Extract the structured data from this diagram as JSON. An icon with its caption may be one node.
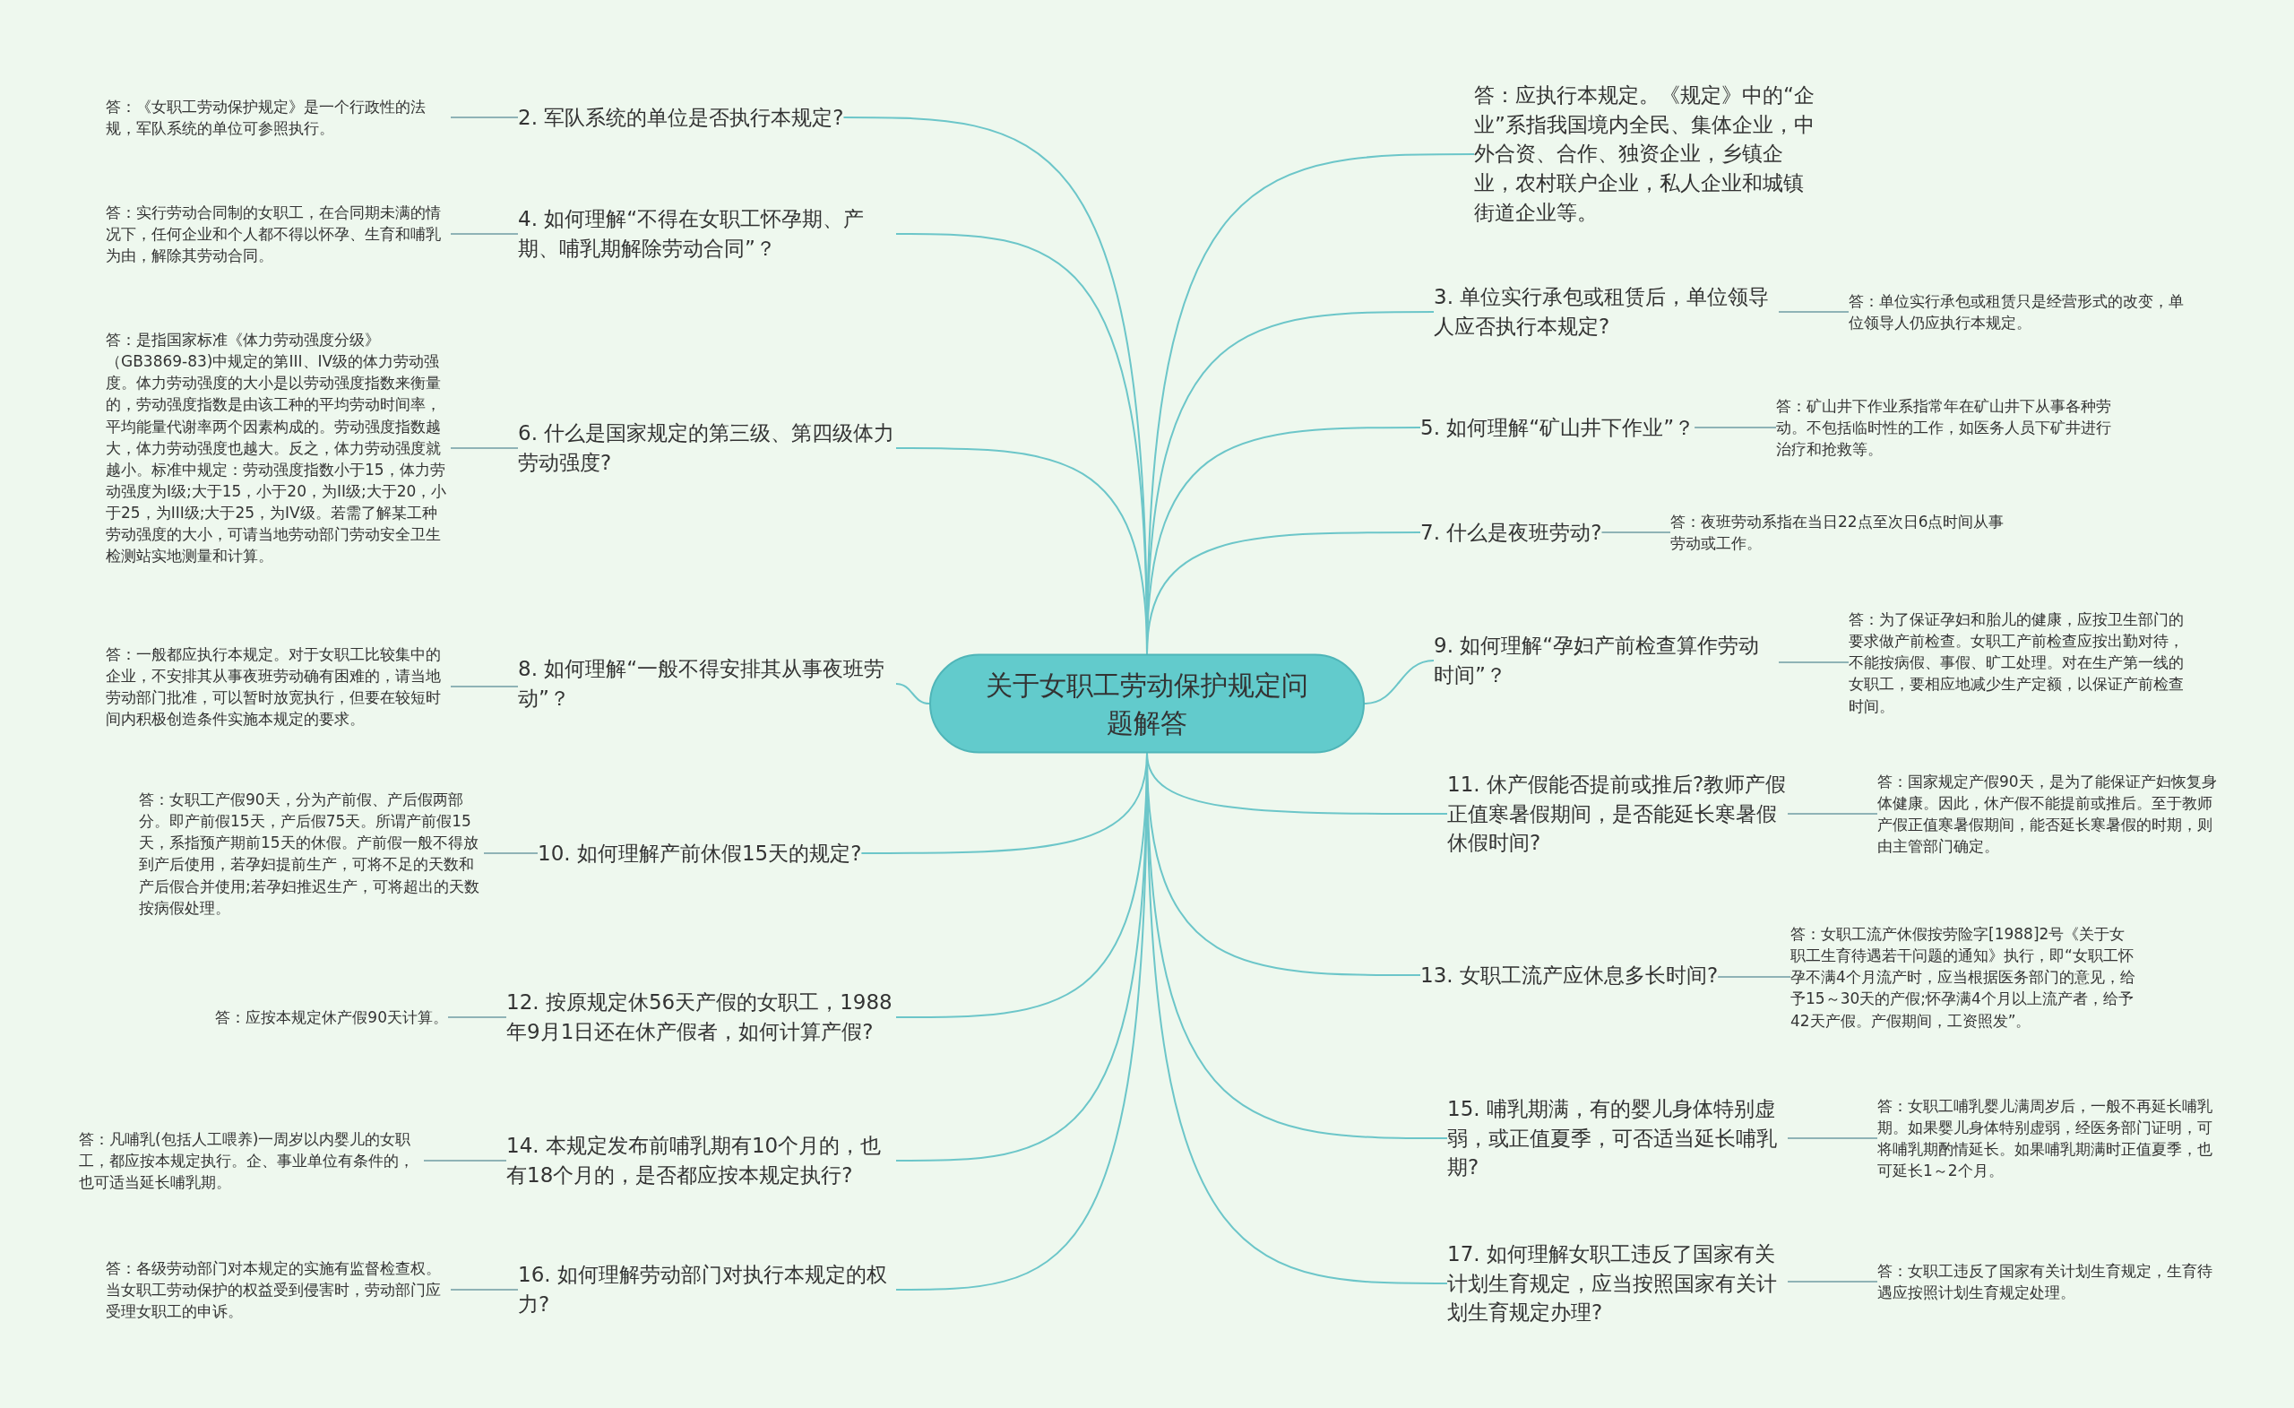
{
  "diagram": {
    "nodes": [
      {
        "text": [
          "关于女职工劳动保护规定问题解答"
        ]
      },
      {
        "text": [
          "2. 军队系统的单位是否执行本规定?"
        ]
      },
      {
        "text": [
          "答：《女职工劳动保护规定》是一个行政性的法规，军队系统的单位可参照执行。"
        ]
      },
      {
        "text": [
          "4. 如何理解“不得在女职工怀孕期、产期、哺乳期解除劳动合同”？"
        ]
      },
      {
        "text": [
          "答：实行劳动合同制的女职工，在合同期未满的情况下，任何企业和个人都不得以怀孕、生育和哺乳为由，解除其劳动合同。"
        ]
      },
      {
        "text": [
          "6. 什么是国家规定的第三级、第四级体力劳动强度?"
        ]
      },
      {
        "text": [
          "答：是指国家标准《体力劳动强度分级》（GB3869-83)中规定的第III、IV级的体力劳动强度。体力劳动强度的大小是以劳动强度指数来衡量的，劳动强度指数是由该工种的平均劳动时间率，平均能量代谢率两个因素构成的。劳动强度指数越大，体力劳动强度也越大。反之，体力劳动强度就越小。标准中规定：劳动强度指数小于15，体力劳动强度为I级;大于15，小于20，为II级;大于20，小于25，为III级;大于25，为IV级。若需了解某工种劳动强度的大小，可请当地劳动部门劳动安全卫生检测站实地测量和计算。"
        ]
      },
      {
        "text": [
          "8. 如何理解“一般不得安排其从事夜班劳动”？"
        ]
      },
      {
        "text": [
          "答：一般都应执行本规定。对于女职工比较集中的企业，不安排其从事夜班劳动确有困难的，请当地劳动部门批准，可以暂时放宽执行，但要在较短时间内积极创造条件实施本规定的要求。"
        ]
      },
      {
        "text": [
          "10. 如何理解产前休假15天的规定?"
        ]
      },
      {
        "text": [
          "答：女职工产假90天，分为产前假、产后假两部分。即产前假15天，产后假75天。所谓产前假15天，系指预产期前15天的休假。产前假一般不得放到产后使用，若孕妇提前生产，可将不足的天数和产后假合并使用;若孕妇推迟生产，可将超出的天数按病假处理。"
        ]
      },
      {
        "text": [
          "12. 按原规定休56天产假的女职工，1988年9月1日还在休产假者，如何计算产假?"
        ]
      },
      {
        "text": [
          "答：应按本规定休产假90天计算。"
        ]
      },
      {
        "text": [
          "14. 本规定发布前哺乳期有10个月的，也有18个月的，是否都应按本规定执行?"
        ]
      },
      {
        "text": [
          "答：凡哺乳(包括人工喂养)一周岁以内婴儿的女职工，都应按本规定执行。企、事业单位有条件的，也可适当延长哺乳期。"
        ]
      },
      {
        "text": [
          "16. 如何理解劳动部门对执行本规定的权力?"
        ]
      },
      {
        "text": [
          "答：各级劳动部门对本规定的实施有监督检查权。当女职工劳动保护的权益受到侵害时，劳动部门应受理女职工的申诉。"
        ]
      },
      {
        "text": [
          "答：应执行本规定。《规定》中的“企业”系指我国境内全民、集体企业，中外合资、合作、独资企业，乡镇企业，农村联户企业，私人企业和城镇街道企业等。"
        ]
      },
      {
        "text": [
          "3. 单位实行承包或租赁后，单位领导人应否执行本规定?"
        ]
      },
      {
        "text": [
          "答：单位实行承包或租赁只是经营形式的改变，单位领导人仍应执行本规定。"
        ]
      },
      {
        "text": [
          "5. 如何理解“矿山井下作业”？"
        ]
      },
      {
        "text": [
          "答：矿山井下作业系指常年在矿山井下从事各种劳动。不包括临时性的工作，如医务人员下矿井进行治疗和抢救等。"
        ]
      },
      {
        "text": [
          "7. 什么是夜班劳动?"
        ]
      },
      {
        "text": [
          "答：夜班劳动系指在当日22点至次日6点时间从事劳动或工作。"
        ]
      },
      {
        "text": [
          "9. 如何理解“孕妇产前检查算作劳动时间”？"
        ]
      },
      {
        "text": [
          "答：为了保证孕妇和胎儿的健康，应按卫生部门的要求做产前检查。女职工产前检查应按出勤对待，不能按病假、事假、旷工处理。对在生产第一线的女职工，要相应地减少生产定额，以保证产前检查时间。"
        ]
      },
      {
        "text": [
          "11. 休产假能否提前或推后?教师产假正值寒暑假期间，是否能延长寒暑假休假时间?"
        ]
      },
      {
        "text": [
          "答：国家规定产假90天，是为了能保证产妇恢复身体健康。因此，休产假不能提前或推后。至于教师产假正值寒暑假期间，能否延长寒暑假的时期，则由主管部门确定。"
        ]
      },
      {
        "text": [
          "13. 女职工流产应休息多长时间?"
        ]
      },
      {
        "text": [
          "答：女职工流产休假按劳险字[1988]2号《关于女职工生育待遇若干问题的通知》执行，即“女职工怀孕不满4个月流产时，应当根据医务部门的意见，给予15～30天的产假;怀孕满4个月以上流产者，给予42天产假。产假期间，工资照发”。"
        ]
      },
      {
        "text": [
          "15. 哺乳期满，有的婴儿身体特别虚弱，或正值夏季，可否适当延长哺乳期?"
        ]
      },
      {
        "text": [
          "答：女职工哺乳婴儿满周岁后，一般不再延长哺乳期。如果婴儿身体特别虚弱，经医务部门证明，可将哺乳期酌情延长。如果哺乳期满时正值夏季，也可延长1～2个月。"
        ]
      },
      {
        "text": [
          "17. 如何理解女职工违反了国家有关计划生育规定，应当按照国家有关计划生育规定办理?"
        ]
      },
      {
        "text": [
          "答：女职工违反了国家有关计划生育规定，生育待遇应按照计划生育规定处理。"
        ]
      }
    ],
    "edges": [
      {
        "from": 0,
        "to": 1,
        "arrow": "none"
      },
      {
        "from": 1,
        "to": 2,
        "arrow": "none"
      },
      {
        "from": 0,
        "to": 3,
        "arrow": "none"
      },
      {
        "from": 3,
        "to": 4,
        "arrow": "none"
      },
      {
        "from": 0,
        "to": 5,
        "arrow": "none"
      },
      {
        "from": 5,
        "to": 6,
        "arrow": "none"
      },
      {
        "from": 0,
        "to": 7,
        "arrow": "none"
      },
      {
        "from": 7,
        "to": 8,
        "arrow": "none"
      },
      {
        "from": 0,
        "to": 9,
        "arrow": "none"
      },
      {
        "from": 9,
        "to": 10,
        "arrow": "none"
      },
      {
        "from": 0,
        "to": 11,
        "arrow": "none"
      },
      {
        "from": 11,
        "to": 12,
        "arrow": "none"
      },
      {
        "from": 0,
        "to": 13,
        "arrow": "none"
      },
      {
        "from": 13,
        "to": 14,
        "arrow": "none"
      },
      {
        "from": 0,
        "to": 15,
        "arrow": "none"
      },
      {
        "from": 15,
        "to": 16,
        "arrow": "none"
      },
      {
        "from": 0,
        "to": 17,
        "arrow": "none"
      },
      {
        "from": 0,
        "to": 18,
        "arrow": "none"
      },
      {
        "from": 18,
        "to": 19,
        "arrow": "none"
      },
      {
        "from": 0,
        "to": 20,
        "arrow": "none"
      },
      {
        "from": 20,
        "to": 21,
        "arrow": "none"
      },
      {
        "from": 0,
        "to": 22,
        "arrow": "none"
      },
      {
        "from": 22,
        "to": 23,
        "arrow": "none"
      },
      {
        "from": 0,
        "to": 24,
        "arrow": "none"
      },
      {
        "from": 24,
        "to": 25,
        "arrow": "none"
      },
      {
        "from": 0,
        "to": 26,
        "arrow": "none"
      },
      {
        "from": 26,
        "to": 27,
        "arrow": "none"
      },
      {
        "from": 0,
        "to": 28,
        "arrow": "none"
      },
      {
        "from": 28,
        "to": 29,
        "arrow": "none"
      },
      {
        "from": 0,
        "to": 30,
        "arrow": "none"
      },
      {
        "from": 30,
        "to": 31,
        "arrow": "none"
      },
      {
        "from": 0,
        "to": 32,
        "arrow": "none"
      },
      {
        "from": 32,
        "to": 33,
        "arrow": "none"
      }
    ]
  }
}
